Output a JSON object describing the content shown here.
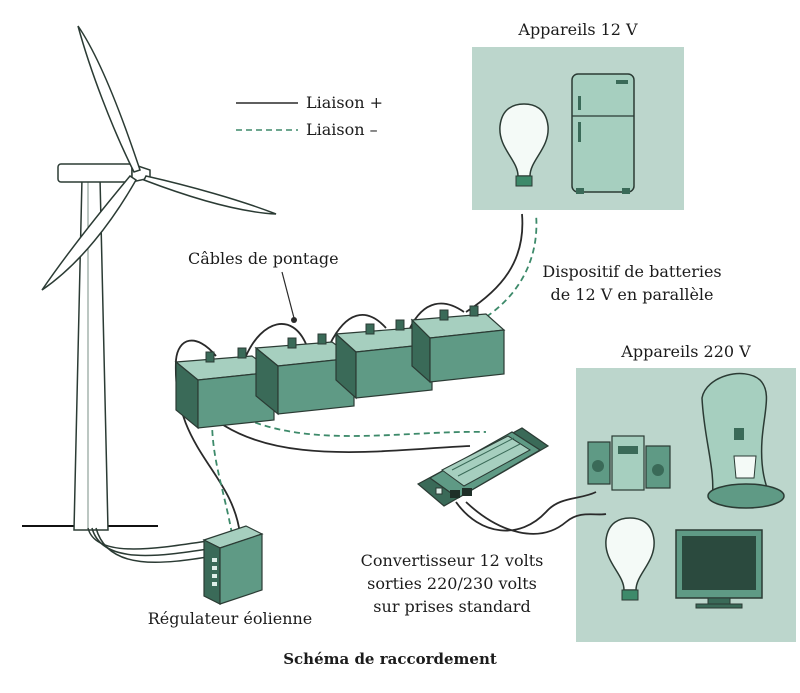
{
  "caption": "Schéma de raccordement",
  "legend": {
    "positive": "Liaison +",
    "negative": "Liaison –"
  },
  "labels": {
    "appliances_12v": "Appareils 12 V",
    "appliances_220v": "Appareils 220 V",
    "bridging_cables": "Câbles de pontage",
    "battery_array_line1": "Dispositif de batteries",
    "battery_array_line2": "de 12 V en parallèle",
    "converter_line1": "Convertisseur 12 volts",
    "converter_line2": "sorties 220/230 volts",
    "converter_line3": "sur prises standard",
    "regulator": "Régulateur éolienne"
  },
  "colors": {
    "panel": "#bcd6cc",
    "equipment": "#5f9a85",
    "equipment_dark": "#3a6a58",
    "equipment_light": "#a6cfbf",
    "wire_positive": "#2a2a2a",
    "wire_negative": "#3d8a6a",
    "turbine": "#ffffff",
    "outline": "#2b3b34"
  }
}
